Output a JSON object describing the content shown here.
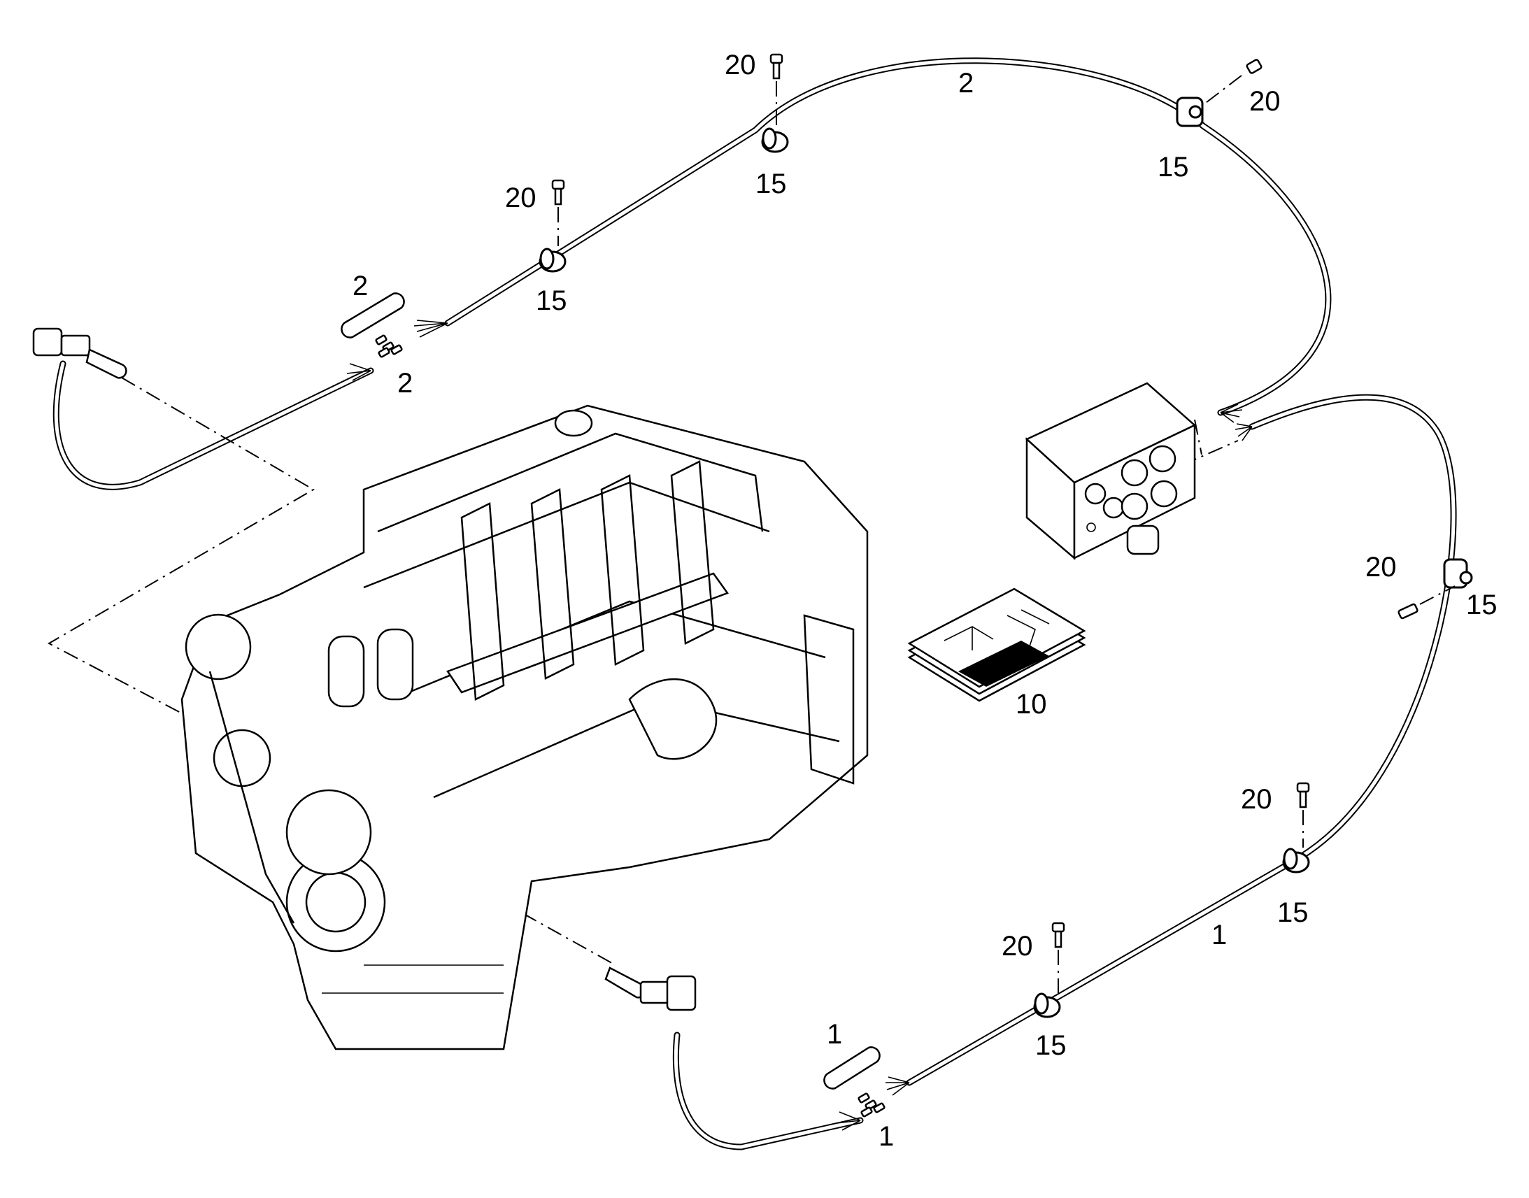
{
  "callouts": {
    "c20_top": "20",
    "c2_cable_top": "2",
    "c20_top_right": "20",
    "c15_top": "15",
    "c15_top_right": "15",
    "c20_upper_left": "20",
    "c15_upper_left": "15",
    "c2_sleeve": "2",
    "c2_terminals": "2",
    "c10_document": "10",
    "c20_right": "20",
    "c15_right": "15",
    "c20_lower_right": "20",
    "c15_lower_right": "15",
    "c1_cable": "1",
    "c20_lower": "20",
    "c15_lower": "15",
    "c1_sleeve": "1",
    "c1_terminals": "1"
  }
}
